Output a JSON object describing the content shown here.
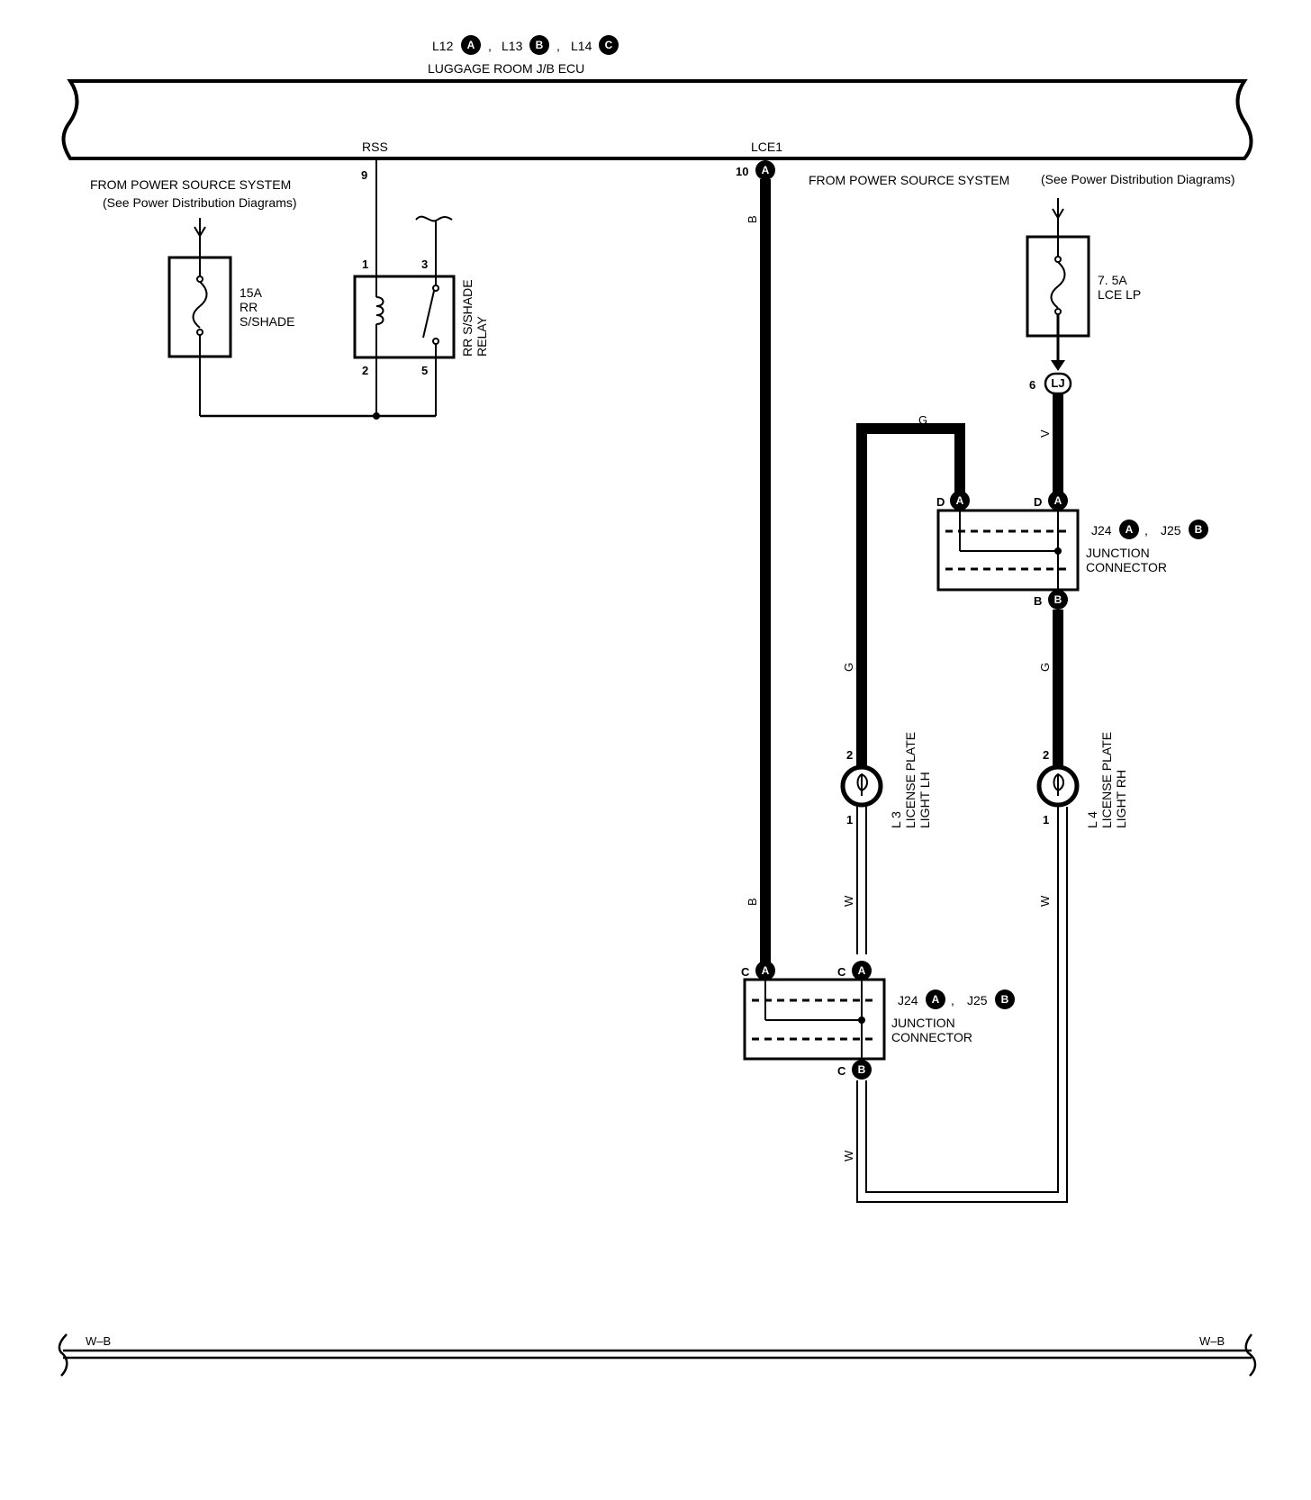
{
  "header": {
    "ecu_ids": [
      {
        "id": "L12",
        "badge": "A"
      },
      {
        "id": "L13",
        "badge": "B"
      },
      {
        "id": "L14",
        "badge": "C"
      }
    ],
    "ecu_name": "LUGGAGE ROOM J/B ECU",
    "terminals": {
      "rss": "RSS",
      "lce1": "LCE1"
    }
  },
  "left_power": {
    "source": "FROM POWER SOURCE SYSTEM",
    "note": "(See Power Distribution Diagrams)",
    "fuse": {
      "amp": "15A",
      "line1": "RR",
      "line2": "S/SHADE"
    }
  },
  "relay": {
    "name_line1": "RR S/SHADE",
    "name_line2": "RELAY",
    "pins": {
      "p1": "1",
      "p2": "2",
      "p3": "3",
      "p5": "5"
    },
    "ecu_pin": "9"
  },
  "lce_pin": {
    "num": "10",
    "badge": "A"
  },
  "right_power": {
    "source": "FROM POWER SOURCE SYSTEM",
    "note": "(See Power Distribution Diagrams)",
    "fuse": {
      "amp": "7. 5A",
      "line1": "LCE LP"
    },
    "out_pin": {
      "num": "6",
      "badge": "LJ"
    }
  },
  "wires": {
    "b": "B",
    "g": "G",
    "v": "V",
    "w": "W",
    "wb": "W–B"
  },
  "junction_upper": {
    "ids": [
      {
        "id": "J24",
        "badge": "A"
      },
      {
        "id": "J25",
        "badge": "B"
      }
    ],
    "name_line1": "JUNCTION",
    "name_line2": "CONNECTOR",
    "pins": {
      "d": "D",
      "b": "B",
      "a": "A",
      "bb": "B"
    }
  },
  "junction_lower": {
    "ids": [
      {
        "id": "J24",
        "badge": "A"
      },
      {
        "id": "J25",
        "badge": "B"
      }
    ],
    "name_line1": "JUNCTION",
    "name_line2": "CONNECTOR",
    "pins": {
      "c": "C",
      "a": "A",
      "bb": "B"
    }
  },
  "lamp_lh": {
    "code": "L 3",
    "line1": "LICENSE PLATE",
    "line2": "LIGHT LH",
    "pin_top": "2",
    "pin_bottom": "1"
  },
  "lamp_rh": {
    "code": "L 4",
    "line1": "LICENSE PLATE",
    "line2": "LIGHT RH",
    "pin_top": "2",
    "pin_bottom": "1"
  },
  "punctuation": {
    "comma": ","
  }
}
